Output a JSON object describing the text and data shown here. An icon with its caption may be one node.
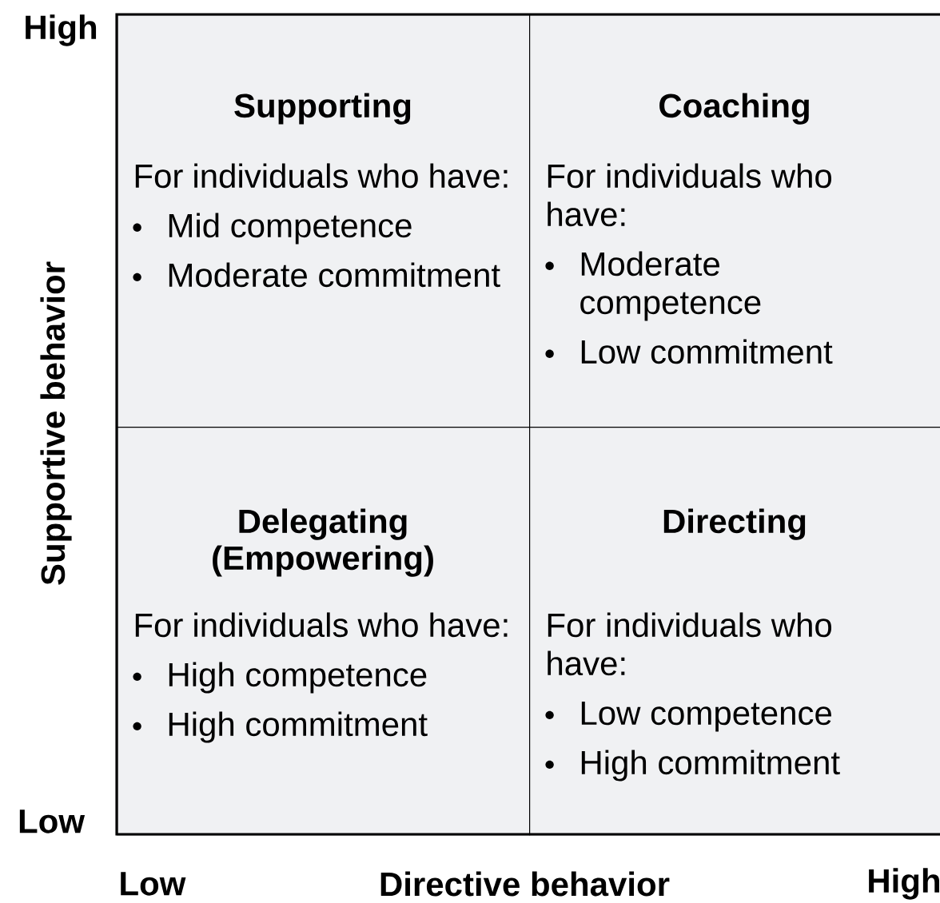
{
  "diagram": {
    "nodes": [
      {
        "text": [
          "Supporting",
          "For individuals who have:",
          "Mid competence",
          "Moderate commitment"
        ]
      },
      {
        "text": [
          "Coaching",
          "For individuals who have:",
          "Moderate competence",
          "Low commitment"
        ]
      },
      {
        "text": [
          "Delegating (Empowering)",
          "For individuals who have:",
          "High competence",
          "High commitment"
        ]
      },
      {
        "text": [
          "Directing",
          "For individuals who have:",
          "Low competence",
          "High commitment"
        ]
      }
    ],
    "labels": [
      "High",
      "Supportive behavior",
      "Low",
      "Low",
      "Directive behavior",
      "High"
    ]
  }
}
